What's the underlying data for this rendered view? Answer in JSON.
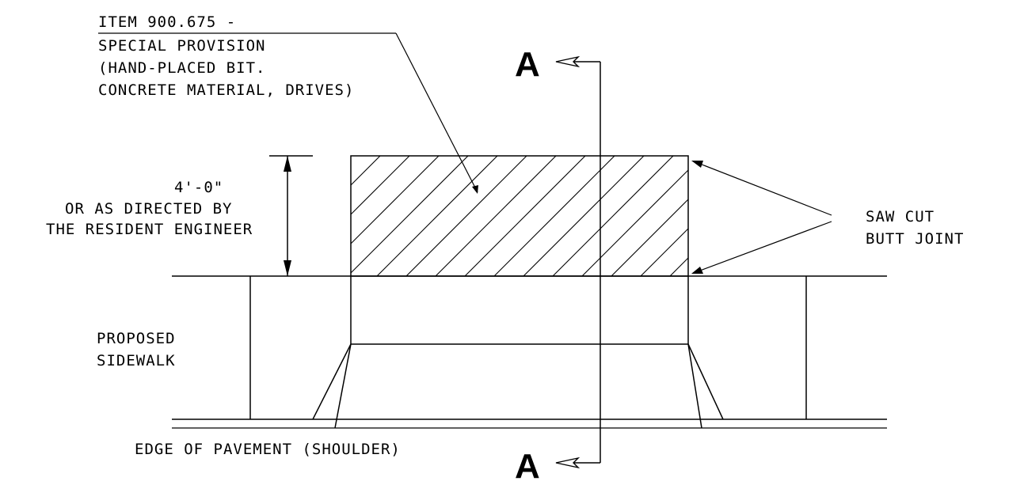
{
  "labels": {
    "item_line1": "ITEM 900.675 -",
    "item_line2": "SPECIAL PROVISION",
    "item_line3": "(HAND-PLACED BIT.",
    "item_line4": "CONCRETE MATERIAL, DRIVES)",
    "dim_line1": "4'-0\"",
    "dim_line2": "OR AS DIRECTED BY",
    "dim_line3": "THE RESIDENT ENGINEER",
    "sidewalk_line1": "PROPOSED",
    "sidewalk_line2": "SIDEWALK",
    "saw_line1": "SAW CUT",
    "saw_line2": "BUTT JOINT",
    "edge_label": "EDGE OF PAVEMENT (SHOULDER)"
  },
  "section_marks": {
    "top": "A",
    "bottom": "A"
  }
}
